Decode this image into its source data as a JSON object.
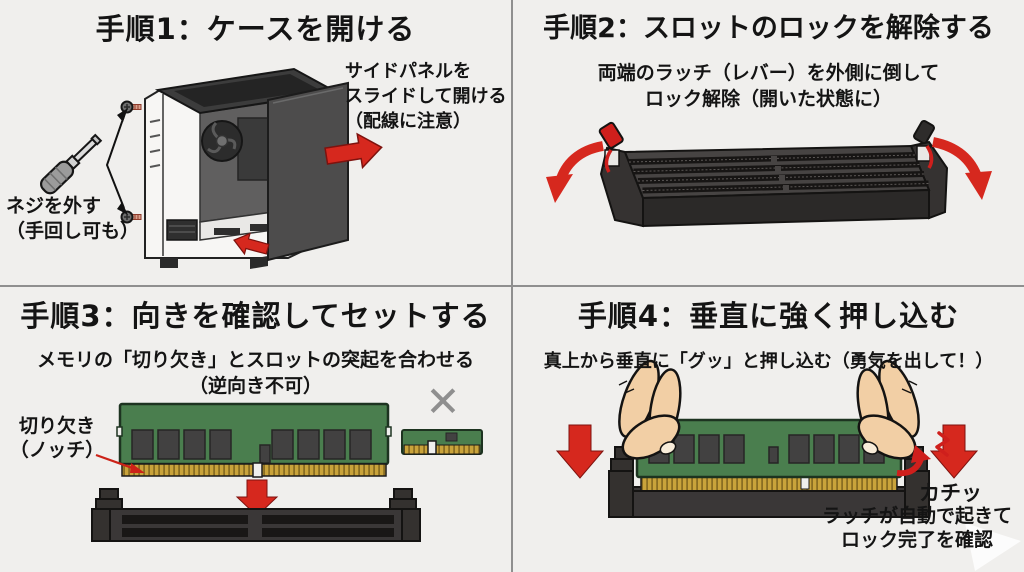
{
  "colors": {
    "background": "#f0efed",
    "divider": "#8f8f8f",
    "text": "#141414",
    "accent_red": "#d6281e",
    "latch_red": "#cf1f1c",
    "ram_green": "#4a7e4e",
    "gold_contacts": "#c9a33b",
    "slot_dark": "#3a3737",
    "side_panel_gray": "#4d4c4c",
    "skin": "#f2cfa5",
    "wrong_mark_gray": "#8f8f8f"
  },
  "panels": {
    "step1": {
      "title": "手順1：ケースを開ける",
      "side_panel_note": "サイドパネルを\nスライドして開ける\n（配線に注意）",
      "screw_note": "ネジを外す\n（手回し可も）",
      "icons": [
        "pc-case-icon",
        "side-panel-icon",
        "screwdriver-icon",
        "screw-icon",
        "slide-right-arrow-icon",
        "slide-back-arrow-icon"
      ]
    },
    "step2": {
      "title": "手順2：スロットのロックを解除する",
      "subtitle_line1": "両端のラッチ（レバー）を外側に倒して",
      "subtitle_line2": "ロック解除（開いた状態に）",
      "icons": [
        "ram-slots-icon",
        "latch-open-red-icon",
        "latch-open-dark-icon",
        "curved-arrow-left-icon",
        "curved-arrow-right-icon"
      ]
    },
    "step3": {
      "title": "手順3：向きを確認してセットする",
      "subtitle_line1": "メモリの「切り欠き」とスロットの突起を合わせる",
      "subtitle_line2": "（逆向き不可）",
      "notch_label": "切り欠き\n（ノッチ）",
      "wrong_mark": "✕",
      "icons": [
        "ram-module-icon",
        "notch-pointer-arrow-icon",
        "insert-down-arrow-icon",
        "ram-slot-icon",
        "wrong-orientation-ram-icon"
      ]
    },
    "step4": {
      "title": "手順4：垂直に強く押し込む",
      "subtitle": "真上から垂直に「グッ」と押し込む（勇気を出して！）",
      "click_label": "カチッ",
      "latch_note": "ラッチが自動で起きて\nロック完了を確認",
      "icons": [
        "left-hand-icon",
        "right-hand-icon",
        "press-down-arrow-icon",
        "latch-close-arrow-icon",
        "click-spark-icon",
        "watermark-triangle-icon"
      ]
    }
  }
}
